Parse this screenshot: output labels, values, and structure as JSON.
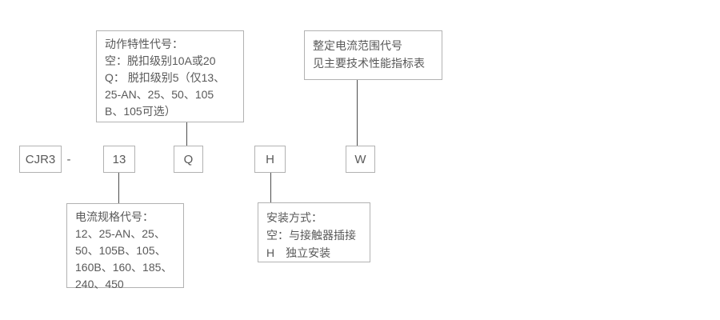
{
  "diagram": {
    "title_meaning": "CJR3 model designation diagram",
    "model": {
      "prefix": "CJR3",
      "separator": "-",
      "segments": [
        {
          "code": "13"
        },
        {
          "code": "Q"
        },
        {
          "code": "H"
        },
        {
          "code": "W"
        }
      ]
    },
    "callouts": {
      "trip_class": "动作特性代号：\n空：脱扣级别10A或20\nQ： 脱扣级别5（仅13、\n25-AN、25、50、105\nB、105可选）",
      "current_range": "整定电流范围代号\n见主要技术性能指标表",
      "current_spec": "电流规格代号：\n12、25-AN、25、\n50、105B、105、\n160B、160、185、\n240、450",
      "mounting": "安装方式：\n空：与接触器插接\nH　独立安装"
    },
    "colors": {
      "background": "#ffffff",
      "box_border": "#b2b2b2",
      "connector_line": "#4d4d4d",
      "text": "#595959"
    }
  }
}
